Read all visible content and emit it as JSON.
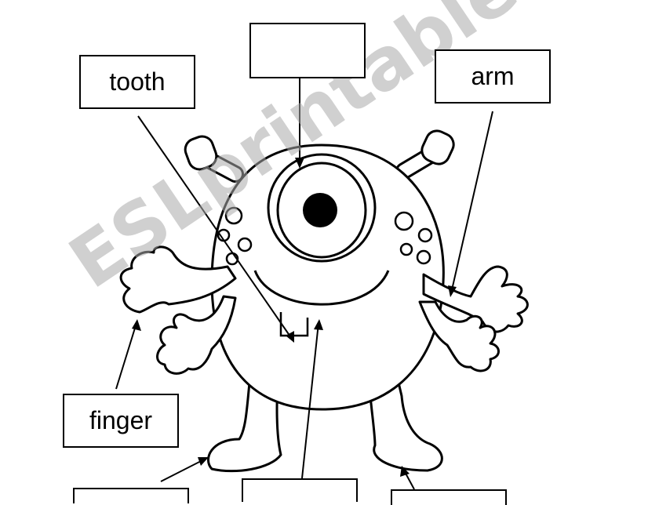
{
  "labels": {
    "top_center": "",
    "tooth": "tooth",
    "arm": "arm",
    "finger": "finger",
    "bottom_left": "",
    "bottom_center": "",
    "bottom_right": ""
  },
  "watermark": "ESLprintables.com"
}
